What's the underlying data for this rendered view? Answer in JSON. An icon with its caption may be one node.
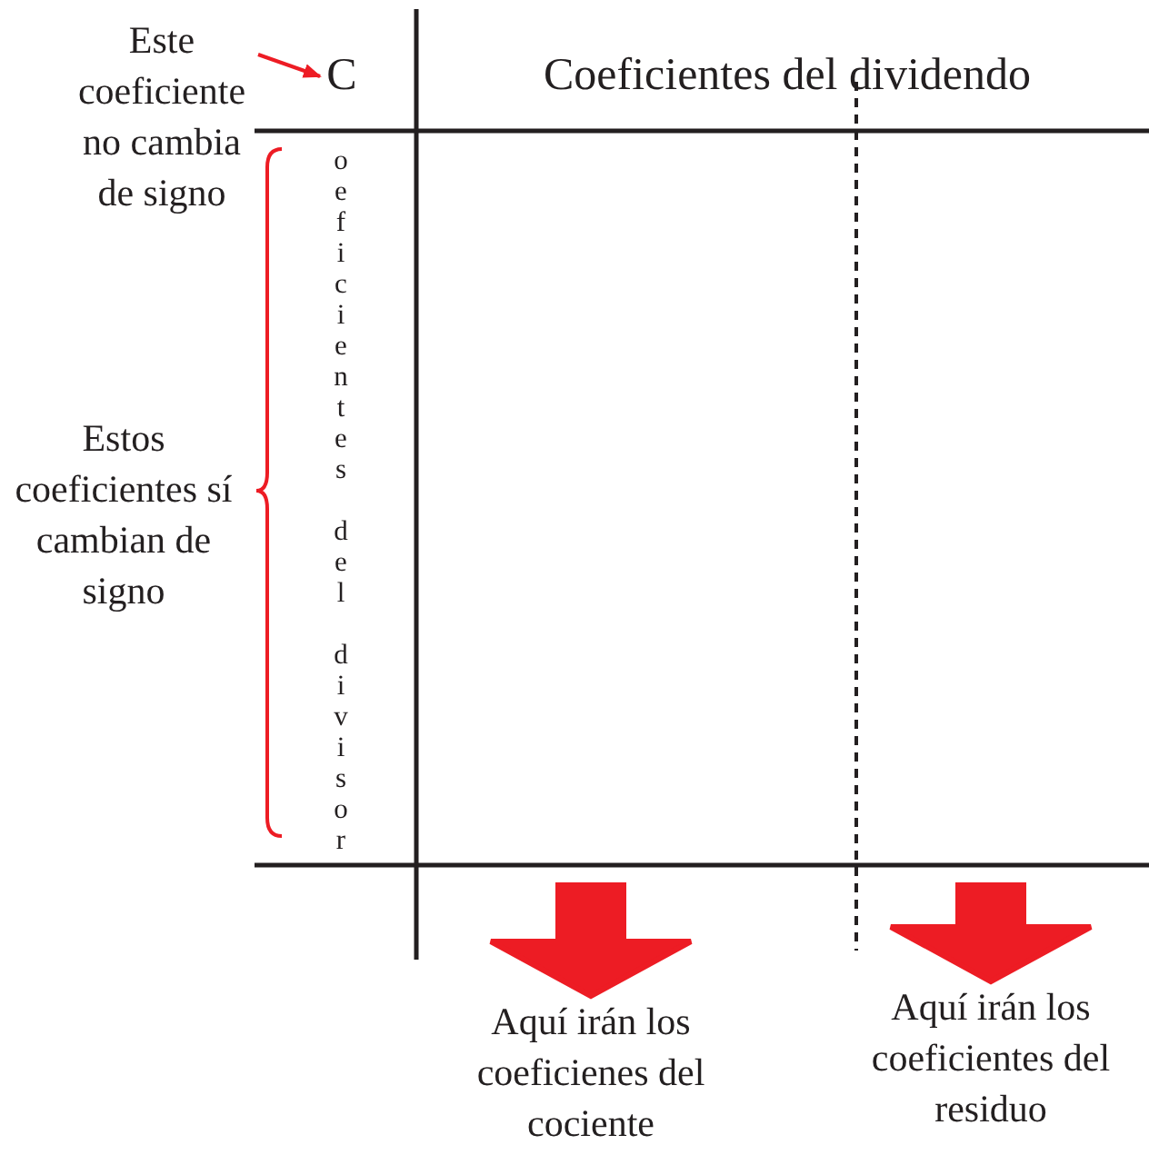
{
  "diagram": {
    "nodes": [
      {
        "text": [
          "Este coeficiente no cambia de signo"
        ]
      },
      {
        "text": [
          "C"
        ]
      },
      {
        "text": [
          "Aquí irán los coeficienes del cociente"
        ]
      },
      {
        "text": [
          "Aquí irán los coeficientes del residuo"
        ]
      }
    ],
    "edges": [
      {
        "from": 0,
        "to": 1,
        "arrow": "to"
      },
      {
        "from": null,
        "to": 2,
        "arrow": "to",
        "style": "thick"
      },
      {
        "from": null,
        "to": 3,
        "arrow": "to",
        "style": "thick"
      }
    ],
    "labels": [
      "Coeficientes del dividendo",
      "oeficientes del divisor",
      "Estos coeficientes sí cambian de signo"
    ]
  }
}
